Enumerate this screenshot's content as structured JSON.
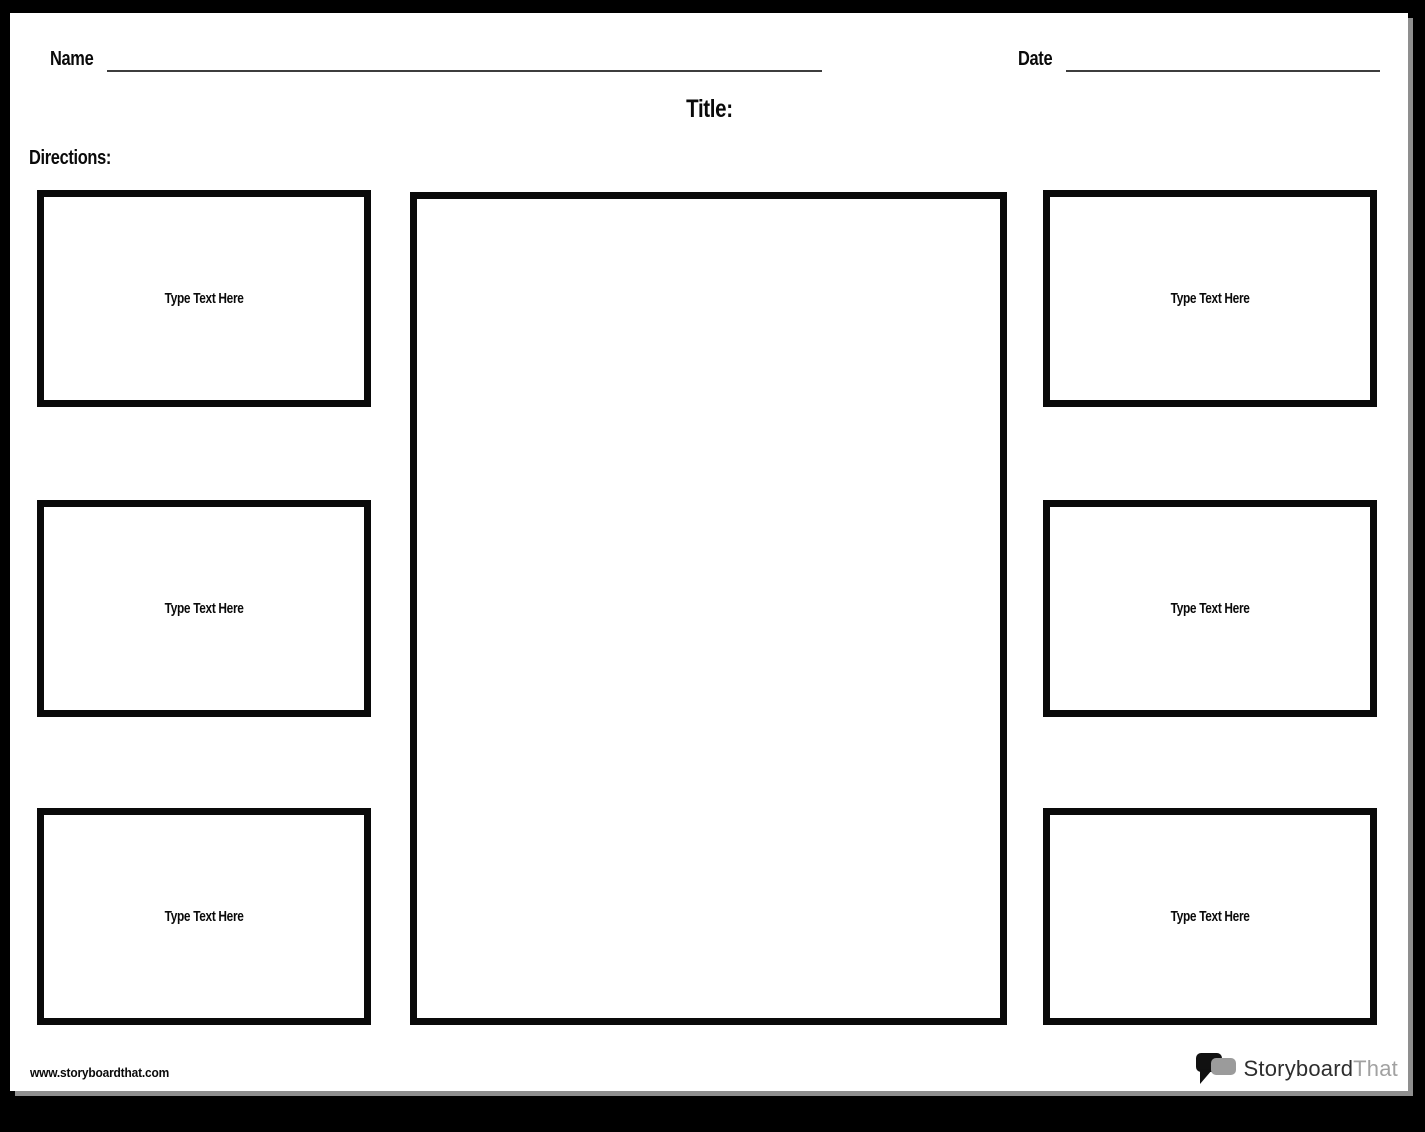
{
  "header": {
    "name_label": "Name",
    "date_label": "Date",
    "title": "Title:",
    "directions_label": "Directions:"
  },
  "text_boxes": [
    {
      "position": "left-top",
      "label": "Type Text Here"
    },
    {
      "position": "left-middle",
      "label": "Type Text Here"
    },
    {
      "position": "left-bottom",
      "label": "Type Text Here"
    },
    {
      "position": "right-top",
      "label": "Type Text Here"
    },
    {
      "position": "right-middle",
      "label": "Type Text Here"
    },
    {
      "position": "right-bottom",
      "label": "Type Text Here"
    }
  ],
  "footer": {
    "website_url": "www.storyboardthat.com",
    "logo": {
      "icon": "speech-bubbles-icon",
      "text_primary": "Storyboard",
      "text_secondary": "That"
    }
  },
  "colors": {
    "frame_black": "#000000",
    "border_black": "#0a0a0a",
    "page_white": "#ffffff",
    "shadow_gray": "#8f8f8f",
    "line_gray": "#3d3d3d",
    "logo_dark": "#2e2e2e",
    "logo_gray": "#a1a1a1"
  }
}
